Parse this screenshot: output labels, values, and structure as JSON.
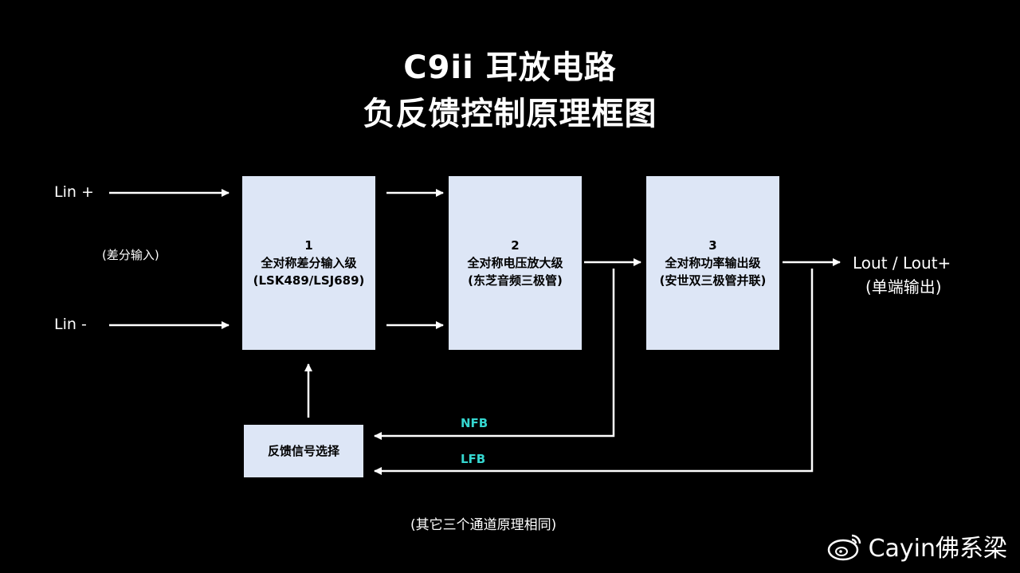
{
  "title": {
    "line1": "C9ii 耳放电路",
    "line2": "负反馈控制原理框图"
  },
  "inputs": {
    "plus": "Lin +",
    "minus": "Lin -",
    "note": "(差分输入)"
  },
  "blocks": [
    {
      "num": "1",
      "name": "全对称差分输入级",
      "detail": "(LSK489/LSJ689)"
    },
    {
      "num": "2",
      "name": "全对称电压放大级",
      "detail": "(东芝音频三极管)"
    },
    {
      "num": "3",
      "name": "全对称功率输出级",
      "detail": "(安世双三极管并联)"
    }
  ],
  "feedback_block": "反馈信号选择",
  "feedback": {
    "nfb": "NFB",
    "lfb": "LFB"
  },
  "output": {
    "line1": "Lout / Lout+",
    "line2": "(单端输出)"
  },
  "footnote": "(其它三个通道原理相同)",
  "watermark": "Cayin佛系梁",
  "colors": {
    "background": "#000000",
    "block_fill": "#dde6f6",
    "feedback_label": "#35d6cf"
  }
}
